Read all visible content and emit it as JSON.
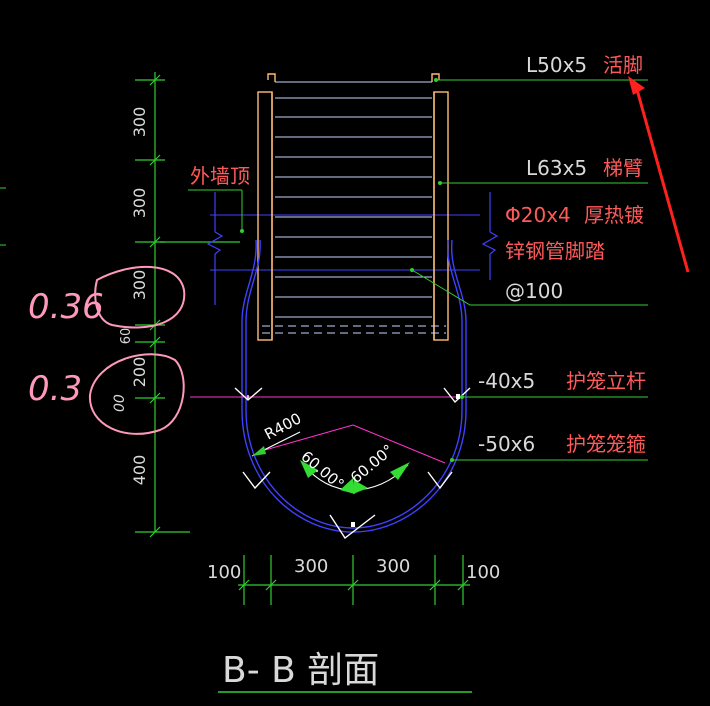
{
  "drawing": {
    "title": "B- B  剖面",
    "left_dimensions": [
      "300",
      "300",
      "300",
      "60",
      "200",
      "400"
    ],
    "handwritten": [
      "0.36",
      "0.3",
      "00"
    ],
    "bottom_dimensions": [
      "100",
      "300",
      "300",
      "100"
    ],
    "radius_label": "R400",
    "angle_labels": [
      "60.00°",
      "60.00°"
    ],
    "labels": {
      "wall_top": "外墙顶",
      "l50_code": "L50x5",
      "l50_name": "活脚",
      "l63_code": "L63x5",
      "l63_name": "梯臂",
      "pipe_spec": "Φ20x4",
      "pipe_name1": "厚热镀",
      "pipe_name2": "锌钢管脚踏",
      "pipe_spacing": "@100",
      "f40_code": "-40x5",
      "f40_name": "护笼立杆",
      "f50_code": "-50x6",
      "f50_name": "护笼笼箍"
    },
    "colors": {
      "background": "#000000",
      "dimension": "#33cc33",
      "text_red": "#ff5a5a",
      "text_gray": "#d9d9d9",
      "frame": "#ffbb77",
      "rungs": "#c8d6ff",
      "blue": "#4040ff",
      "magenta": "#ff33cc",
      "pink_hand": "#ff99bb",
      "arrow_red": "#ff2020"
    }
  }
}
